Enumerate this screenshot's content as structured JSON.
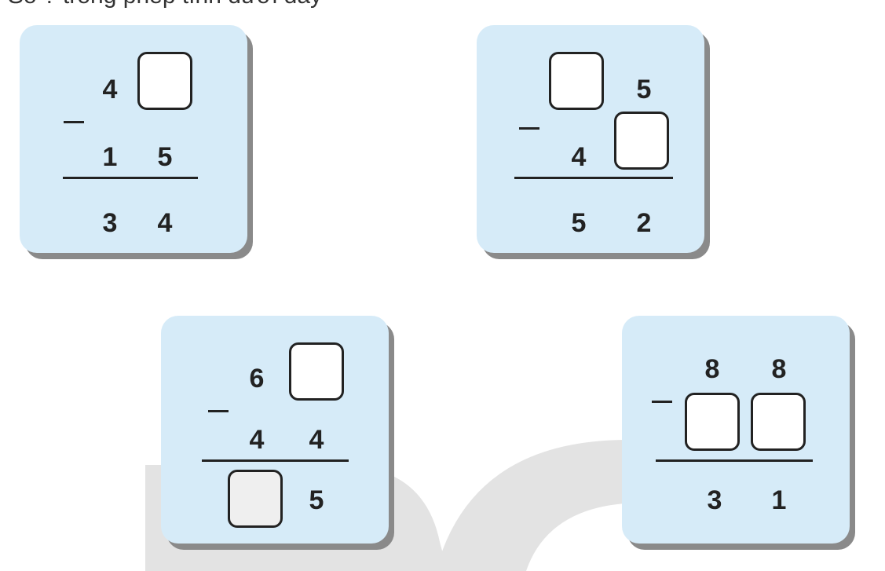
{
  "header_partial": "Số ? trong phép tính dưới đây",
  "problems": [
    {
      "top": [
        "4",
        ""
      ],
      "bottom": [
        "1",
        "5"
      ],
      "result": [
        "3",
        "4"
      ],
      "operator": "−"
    },
    {
      "top": [
        "",
        "5"
      ],
      "bottom": [
        "4",
        ""
      ],
      "result": [
        "5",
        "2"
      ],
      "operator": "−"
    },
    {
      "top": [
        "6",
        ""
      ],
      "bottom": [
        "4",
        "4"
      ],
      "result": [
        "",
        "5"
      ],
      "operator": "−"
    },
    {
      "top": [
        "8",
        "8"
      ],
      "bottom": [
        "",
        ""
      ],
      "result": [
        "3",
        "1"
      ],
      "operator": "−"
    }
  ],
  "colors": {
    "card": "#d6ebf8",
    "shadow": "#8a8a8a",
    "ink": "#222222",
    "watermark": "#e5e5e5"
  }
}
